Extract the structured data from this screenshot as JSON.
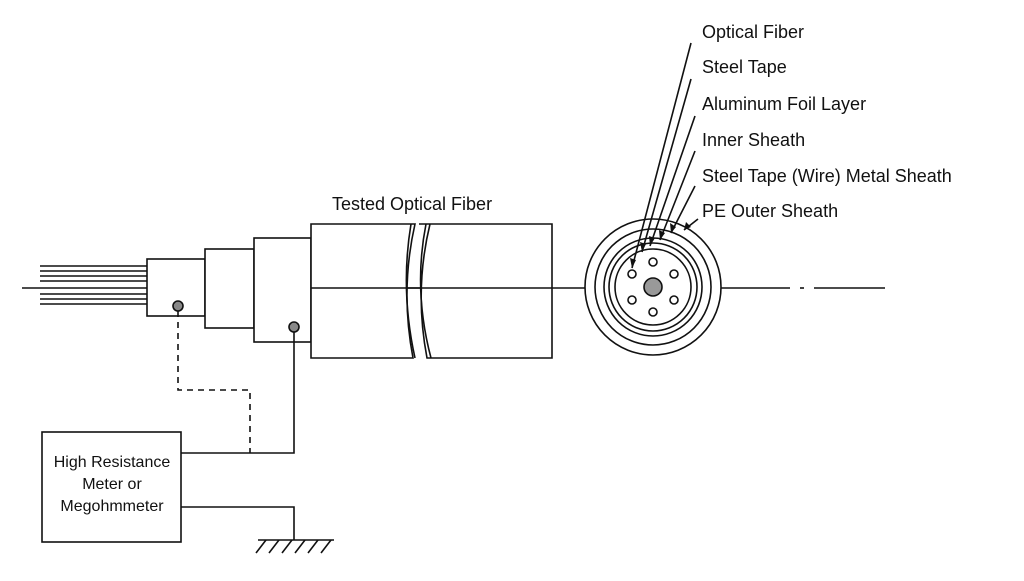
{
  "labels": {
    "tested_fiber": "Tested Optical Fiber",
    "layers": [
      "Optical Fiber",
      "Steel Tape",
      "Aluminum Foil Layer",
      "Inner Sheath",
      "Steel Tape (Wire) Metal Sheath",
      "PE Outer Sheath"
    ],
    "meter": [
      "High Resistance",
      "Meter or",
      "Megohmmeter"
    ]
  },
  "colors": {
    "line": "#111111",
    "fill": "#ffffff",
    "core": "#999999",
    "dot": "#888888"
  }
}
